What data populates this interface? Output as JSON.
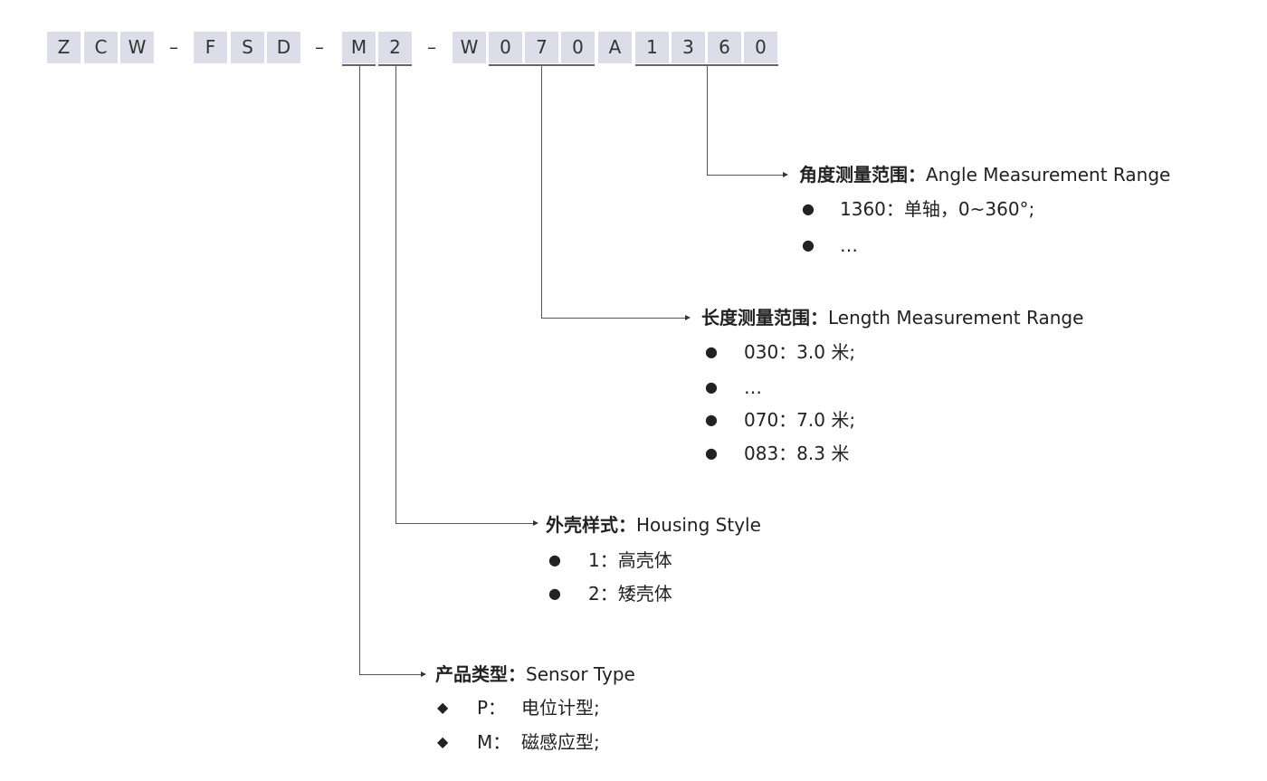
{
  "code": [
    "Z",
    "C",
    "W",
    "-",
    "F",
    "S",
    "D",
    "-",
    "M",
    "2",
    "-",
    "W",
    "0",
    "7",
    "0",
    "A",
    "1",
    "3",
    "6",
    "0"
  ],
  "angle": {
    "title_cn": "角度测量范围：",
    "title_en": "Angle Measurement Range",
    "items": [
      "1360：单轴，0~360°;",
      "…"
    ]
  },
  "length": {
    "title_cn": "长度测量范围：",
    "title_en": "Length Measurement Range",
    "items": [
      "030：3.0 米;",
      "…",
      "070：7.0 米;",
      "083：8.3 米"
    ]
  },
  "housing": {
    "title_cn": "外壳样式：",
    "title_en": "Housing Style",
    "items": [
      "1：高壳体",
      "2：矮壳体"
    ]
  },
  "sensor": {
    "title_cn": "产品类型：",
    "title_en": "Sensor Type",
    "items": [
      {
        "k": "P：",
        "v": "电位计型;"
      },
      {
        "k": "M：",
        "v": "磁感应型;"
      }
    ]
  }
}
